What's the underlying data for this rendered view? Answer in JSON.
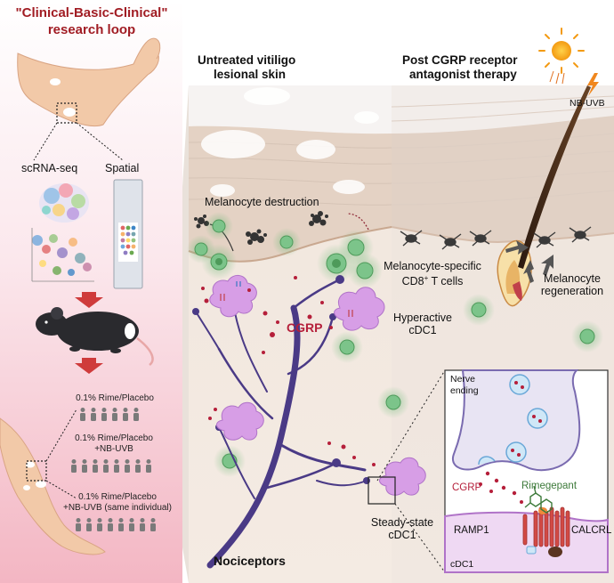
{
  "loop_title_line1": "\"Clinical-Basic-Clinical\"",
  "loop_title_line2": "research loop",
  "method_scrna": "scRNA-seq",
  "method_spatial": "Spatial",
  "group1": "0.1% Rime/Placebo",
  "group2_line1": "0.1% Rime/Placebo",
  "group2_line2": "+NB-UVB",
  "group3_line1": "0.1% Rime/Placebo",
  "group3_line2": "+NB-UVB (same individual)",
  "panel_untreated_line1": "Untreated vitiligo",
  "panel_untreated_line2": "lesional skin",
  "panel_post_line1": "Post CGRP receptor",
  "panel_post_line2": "antagonist therapy",
  "nbuvb": "NB-UVB",
  "melanocyte_destruction": "Melanocyte destruction",
  "cd8_line1": "Melanocyte-specific",
  "cd8_line2_pre": "CD8",
  "cd8_line2_sup": "+",
  "cd8_line2_post": " T cells",
  "melanocyte_regen_line1": "Melanocyte",
  "melanocyte_regen_line2": "regeneration",
  "cgrp_main": "CGRP",
  "hyperactive_line1": "Hyperactive",
  "hyperactive_line2": "cDC1",
  "steady_line1": "Steady-state",
  "steady_line2": "cDC1",
  "nociceptors": "Nociceptors",
  "inset_nerve_line1": "Nerve",
  "inset_nerve_line2": "ending",
  "inset_cgrp": "CGRP",
  "inset_rimegepant": "Rimegepant",
  "inset_ramp1": "RAMP1",
  "inset_calcrl": "CALCRL",
  "inset_cdc1": "cDC1",
  "colors": {
    "title_red": "#a11d24",
    "nerve_purple": "#4a3a86",
    "cell_lilac": "#d79ee6",
    "tcell_green": "#5fb56d",
    "cgrp_red": "#b51f3a",
    "rimegepant_green": "#3d7a3a",
    "receptor_red": "#d24a45"
  }
}
